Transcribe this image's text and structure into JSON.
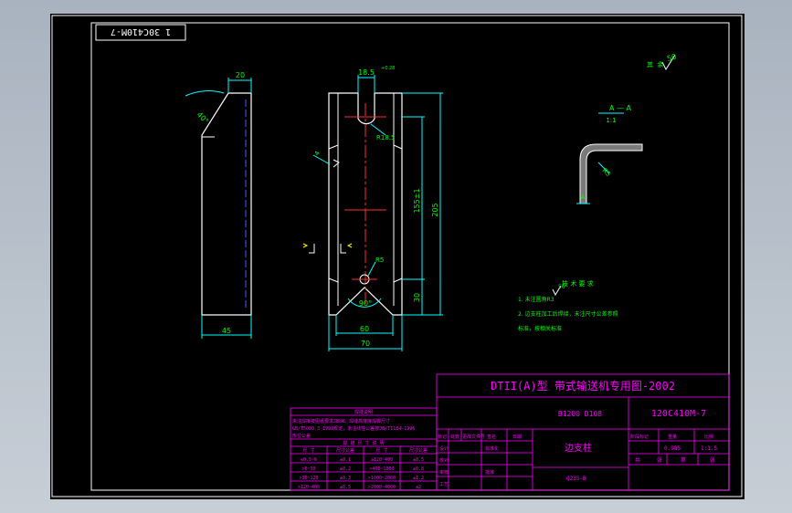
{
  "stamp": "1 30C410M-7",
  "title_block": {
    "main_title": "DTII(A)型 带式输送机专用图-2002",
    "drawing_number": "120C410M-7",
    "ref_code": "B1200 D108",
    "part_name": "边支柱",
    "material": "Q235-B",
    "left_labels": [
      "标记",
      "处数",
      "更改文件号",
      "签名",
      "日期"
    ],
    "row_labels": [
      "设计",
      "校对",
      "审核",
      "工艺",
      "批准",
      "标准化"
    ],
    "right_labels": [
      "阶段标记",
      "重量",
      "比例"
    ],
    "weight": "0.985",
    "scale": "1:1.5",
    "sheet_labels": [
      "共",
      "张",
      "第",
      "张"
    ]
  },
  "welding_table": {
    "title": "焊缝说明",
    "notes": [
      "未注焊接按图纸要求JB8W，焊缝高度接焊脚尺寸",
      "GB/T5000.3-1998规定，未注线性公差按JB/T1184-1996",
      "形位公差"
    ],
    "subheader": "焊 缝 尺 寸 说 明",
    "columns": [
      "尺 寸",
      "尺寸公差",
      "尺 寸",
      "尺寸公差"
    ],
    "rows": [
      [
        "≤0.5~6",
        "±0.1",
        "≥120~400",
        "±0.5"
      ],
      [
        ">6~30",
        "±0.2",
        ">400~1000",
        "±0.8"
      ],
      [
        ">30~120",
        "±0.3",
        ">1000~2000",
        "±1.2"
      ],
      [
        ">120~400",
        "±0.5",
        ">2000~4000",
        "±2"
      ]
    ]
  },
  "tech_req": {
    "title": "技 术 要 求",
    "items": [
      "1. 未注圆角R3",
      "2. 边支柱加工后焊接，未注尺寸公差参照",
      "   标准，按相关标准"
    ]
  },
  "roughness": [
    "50",
    "50"
  ],
  "section": {
    "label": "A — A",
    "scale": "1:1",
    "marks": [
      "A",
      "A"
    ],
    "radius": "R5"
  },
  "dims": {
    "side_top": "20",
    "side_angle": "40°",
    "side_bottom": "45",
    "front_slot": "18.5",
    "front_slot_tol": "+0.28",
    "front_r_top": "R18.5",
    "front_r_bottom": "R5",
    "front_h_total": "205",
    "front_h_mid": "155±1",
    "front_h_bottom": "30",
    "front_w_inner": "60",
    "front_w_outer": "70",
    "front_angle": "90°",
    "side_note": "4"
  }
}
